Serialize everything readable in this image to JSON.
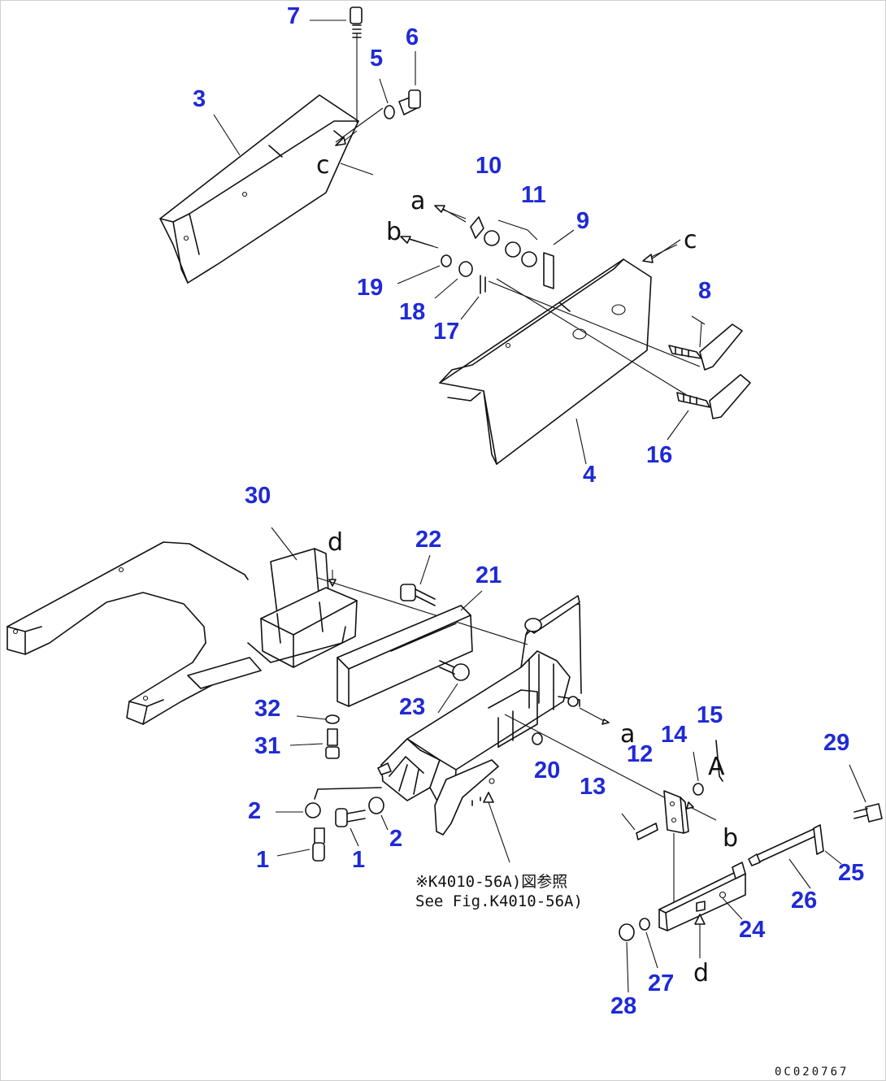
{
  "labels": {
    "l1a": "1",
    "l1b": "1",
    "l2a": "2",
    "l2b": "2",
    "l3": "3",
    "l4": "4",
    "l5": "5",
    "l6": "6",
    "l7": "7",
    "l8": "8",
    "l9": "9",
    "l10": "10",
    "l11": "11",
    "l12": "12",
    "l13": "13",
    "l14": "14",
    "l15": "15",
    "l16": "16",
    "l17": "17",
    "l18": "18",
    "l19": "19",
    "l20": "20",
    "l21": "21",
    "l22": "22",
    "l23": "23",
    "l24": "24",
    "l25": "25",
    "l26": "26",
    "l27": "27",
    "l28": "28",
    "l29": "29",
    "l30": "30",
    "l31": "31",
    "l32": "32"
  },
  "markers": {
    "a1": "a",
    "a2": "a",
    "b1": "b",
    "b2": "b",
    "c1": "c",
    "c2": "c",
    "d1": "d",
    "d2": "d",
    "aa": "A"
  },
  "note": {
    "line1": "※K4010-56A)図参照",
    "line2": "See Fig.K4010-56A)"
  },
  "code": "0C020767",
  "colors": {
    "label": "#1f2ad6",
    "line": "#111111"
  }
}
